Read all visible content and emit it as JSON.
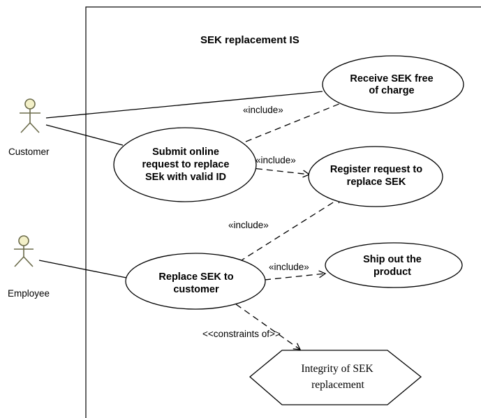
{
  "diagram": {
    "system_title": "SEK replacement IS",
    "actors": {
      "customer": "Customer",
      "employee": "Employee"
    },
    "use_cases": {
      "receive_sek": [
        "Receive SEK free",
        "of charge"
      ],
      "submit_request": [
        "Submit online",
        "request to replace",
        "SEk with valid ID"
      ],
      "register_request": [
        "Register request to",
        "replace SEK"
      ],
      "replace_sek": [
        "Replace SEK to",
        "customer"
      ],
      "ship_product": [
        "Ship out the",
        "product"
      ]
    },
    "constraint": [
      "Integrity of SEK",
      "replacement"
    ],
    "relations": {
      "include_receive": "«include»",
      "include_register_from_submit": "«include»",
      "include_register_from_replace": "«include»",
      "include_ship": "«include»",
      "constraints_of": "<<constraints of>>"
    }
  }
}
